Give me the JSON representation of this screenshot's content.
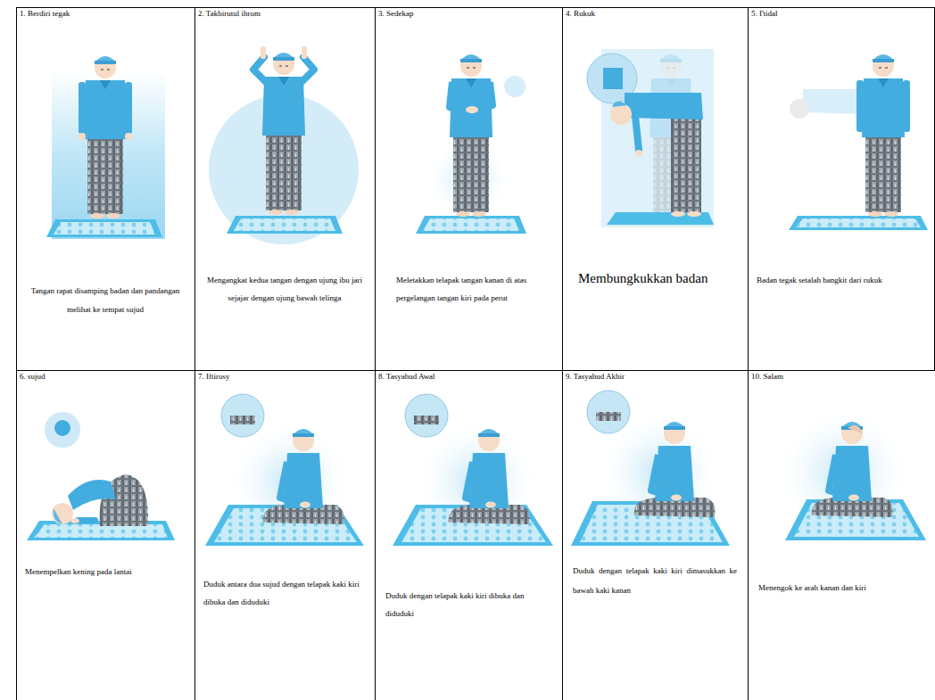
{
  "diagram": {
    "nodes": [
      {
        "text": [
          "1. Berdiri tegak",
          "Tangan rapat disamping badan dan pandangan melihat ke tempat sujud"
        ]
      },
      {
        "text": [
          "2. Takbirutul ihrom",
          "Mengangkat kedua tangan dengan ujung ibu jari sejajar dengan ujung bawah telinga"
        ]
      },
      {
        "text": [
          "3. Sedekap",
          "Meletakkan telapak tangan kanan di atas pergelangan tangan kiri pada perut"
        ]
      },
      {
        "text": [
          "4. Rukuk",
          "Membungkukkan badan"
        ]
      },
      {
        "text": [
          "5. I'tidal",
          "Badan tegak setalah bangkit dari rukuk"
        ]
      },
      {
        "text": [
          "6. sujud",
          "Menempelkan kening pada lantai"
        ]
      },
      {
        "text": [
          "7. Iftirosy",
          "Duduk antara dua sujud dengan telapak kaki kiri dibuka dan diduduki"
        ]
      },
      {
        "text": [
          "8. Tasyahud Awal",
          "Duduk dengan telapak kaki kiri dibuka dan diduduki"
        ]
      },
      {
        "text": [
          "9. Tasyahud Akhir",
          "Duduk dengan telapak kaki kiri dimasukkan ke bawah kaki kanan"
        ]
      },
      {
        "text": [
          "10. Salam",
          "Menengok ke arah kanan dan kiri"
        ]
      }
    ]
  }
}
